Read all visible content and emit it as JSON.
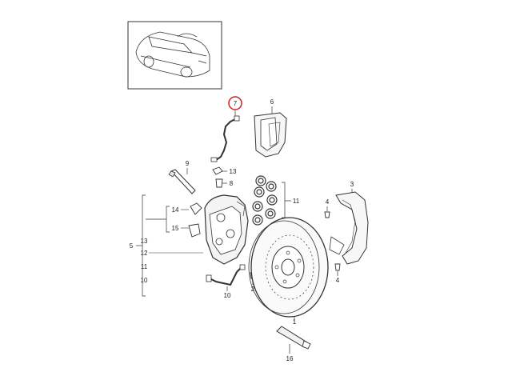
{
  "diagram": {
    "highlight_color": "#cc2222",
    "line_color": "#333333",
    "part_numbers": {
      "p7": "7",
      "p6": "6",
      "p9": "9",
      "p13a": "13",
      "p8": "8",
      "p11": "11",
      "p3": "3",
      "p4a": "4",
      "p14": "14",
      "p15": "15",
      "p5": "5",
      "p13b": "13",
      "p12": "12",
      "p11b": "11",
      "p10a": "10",
      "p10b": "10",
      "p2": "2",
      "p4b": "4",
      "p1": "1",
      "p16": "16"
    }
  }
}
